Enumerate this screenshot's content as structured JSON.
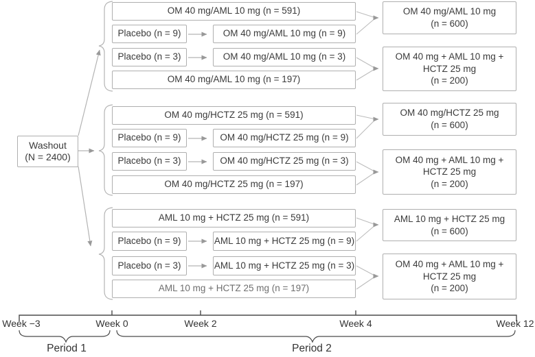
{
  "colors": {
    "box_border": "#aeaeae",
    "text": "#3a3a3a",
    "muted_text": "#6e6e6e",
    "connector_line": "#b3b3b3",
    "arrowhead": "#999999",
    "axis_line": "#4a4a4a"
  },
  "washout": {
    "line1": "Washout",
    "line2": "(N = 2400)"
  },
  "groups": [
    {
      "row1": "OM 40 mg/AML 10 mg (n = 591)",
      "placebo9": "Placebo (n = 9)",
      "switch9": "OM 40 mg/AML 10 mg (n = 9)",
      "placebo3": "Placebo (n = 3)",
      "switch3": "OM 40 mg/AML 10 mg (n = 3)",
      "row4": "OM 40 mg/AML 10 mg (n = 197)",
      "outcome_top": {
        "line1": "OM 40 mg/AML 10 mg",
        "line2": "(n = 600)"
      },
      "outcome_bottom": {
        "line1": "OM 40 mg + AML 10 mg +",
        "line2": "HCTZ 25 mg",
        "line3": "(n = 200)"
      }
    },
    {
      "row1": "OM 40 mg/HCTZ 25 mg (n = 591)",
      "placebo9": "Placebo (n = 9)",
      "switch9": "OM 40 mg/HCTZ 25 mg (n = 9)",
      "placebo3": "Placebo (n = 3)",
      "switch3": "OM 40 mg/HCTZ 25 mg (n = 3)",
      "row4": "OM 40 mg/HCTZ 25 mg (n = 197)",
      "outcome_top": {
        "line1": "OM 40 mg/HCTZ 25 mg",
        "line2": "(n = 600)"
      },
      "outcome_bottom": {
        "line1": "OM 40 mg + AML 10 mg +",
        "line2": "HCTZ 25 mg",
        "line3": "(n = 200)"
      }
    },
    {
      "row1": "AML 10 mg + HCTZ 25 mg (n = 591)",
      "placebo9": "Placebo (n = 9)",
      "switch9": "AML 10 mg + HCTZ 25 mg (n = 9)",
      "placebo3": "Placebo (n = 3)",
      "switch3": "AML 10 mg + HCTZ 25 mg (n = 3)",
      "row4": "AML 10 mg + HCTZ 25 mg (n = 197)",
      "outcome_top": {
        "line1": "AML 10 mg + HCTZ 25 mg",
        "line2": "(n = 600)"
      },
      "outcome_bottom": {
        "line1": "OM 40 mg + AML 10 mg +",
        "line2": "HCTZ 25 mg",
        "line3": "(n = 200)"
      }
    }
  ],
  "timeline": {
    "weeks": [
      "Week −3",
      "Week 0",
      "Week 2",
      "Week 4",
      "Week 12"
    ],
    "periods": [
      "Period 1",
      "Period 2"
    ]
  }
}
